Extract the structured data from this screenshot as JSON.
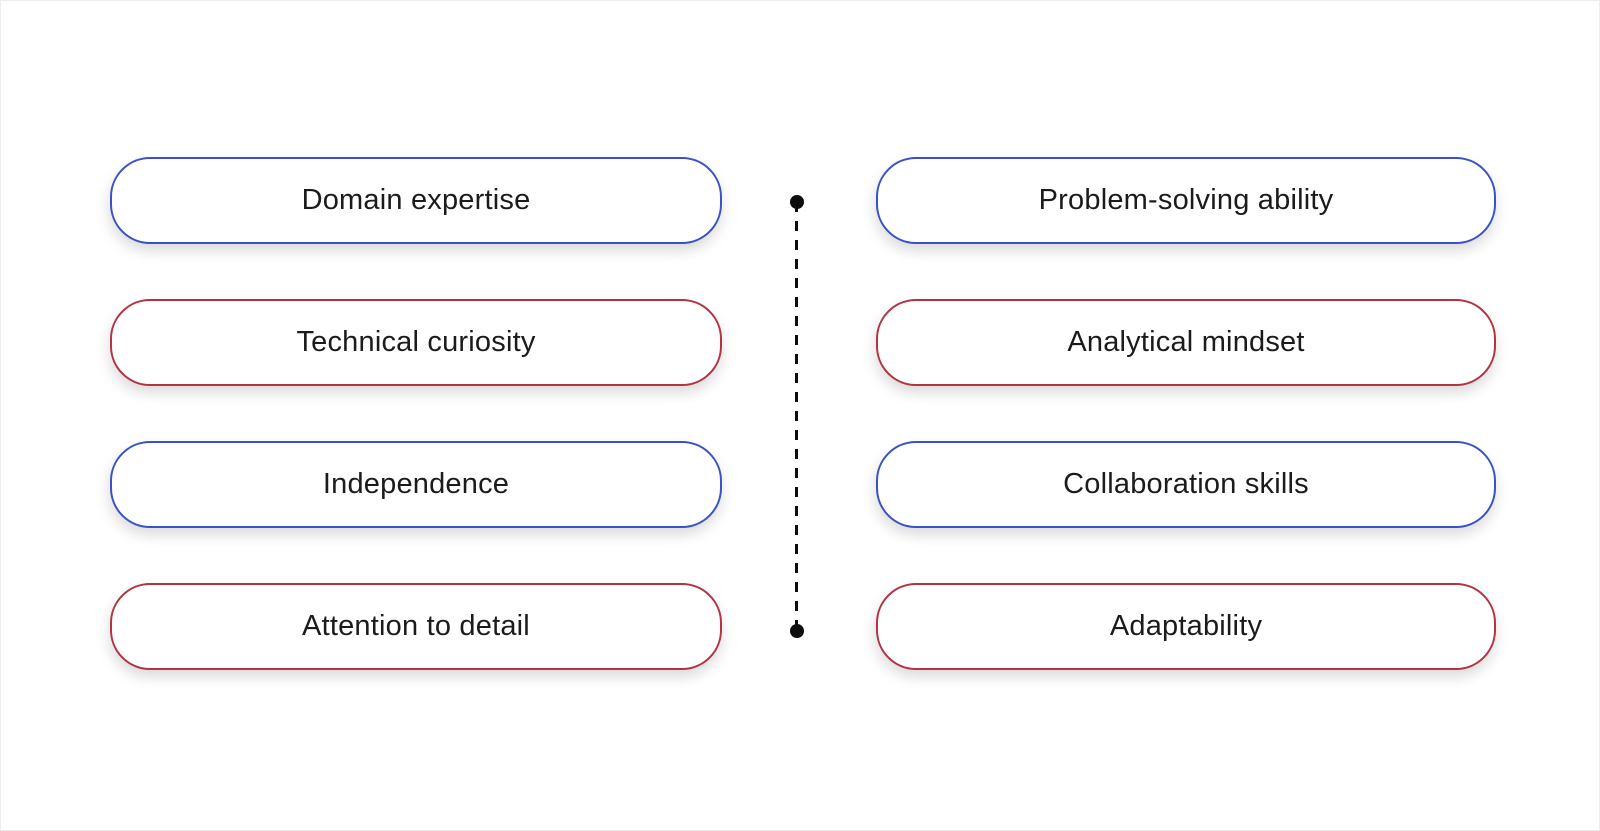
{
  "colors": {
    "background": "#ffffff",
    "blue": "#3a52c4",
    "red": "#b23343",
    "text": "#1b1b1b",
    "connector": "#0d0d0d"
  },
  "left_column": {
    "items": [
      {
        "label": "Domain expertise",
        "variant": "blue"
      },
      {
        "label": "Technical curiosity",
        "variant": "red"
      },
      {
        "label": "Independence",
        "variant": "blue"
      },
      {
        "label": "Attention to detail",
        "variant": "red"
      }
    ]
  },
  "right_column": {
    "items": [
      {
        "label": "Problem-solving ability",
        "variant": "blue"
      },
      {
        "label": "Analytical mindset",
        "variant": "red"
      },
      {
        "label": "Collaboration skills",
        "variant": "blue"
      },
      {
        "label": "Adaptability",
        "variant": "red"
      }
    ]
  }
}
